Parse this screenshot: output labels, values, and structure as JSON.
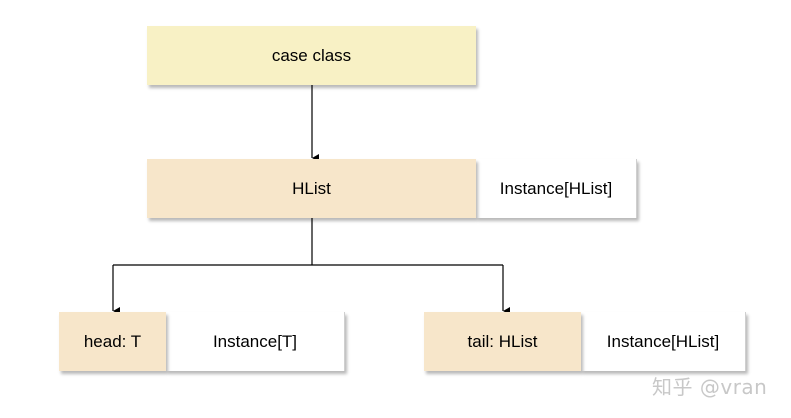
{
  "diagram": {
    "nodes": {
      "case_class": "case class",
      "hlist": "HList",
      "hlist_instance": "Instance[HList]",
      "head": "head: T",
      "head_instance": "Instance[T]",
      "tail": "tail: HList",
      "tail_instance": "Instance[HList]"
    },
    "edges": [
      {
        "from": "case class",
        "to": "HList"
      },
      {
        "from": "HList",
        "to": "head: T"
      },
      {
        "from": "HList",
        "to": "tail: HList"
      }
    ],
    "colors": {
      "case_class_fill": "#f8f1c5",
      "type_fill": "#f7e6ca",
      "instance_fill": "#ffffff",
      "line": "#000000"
    }
  },
  "watermark": "知乎 @vran"
}
